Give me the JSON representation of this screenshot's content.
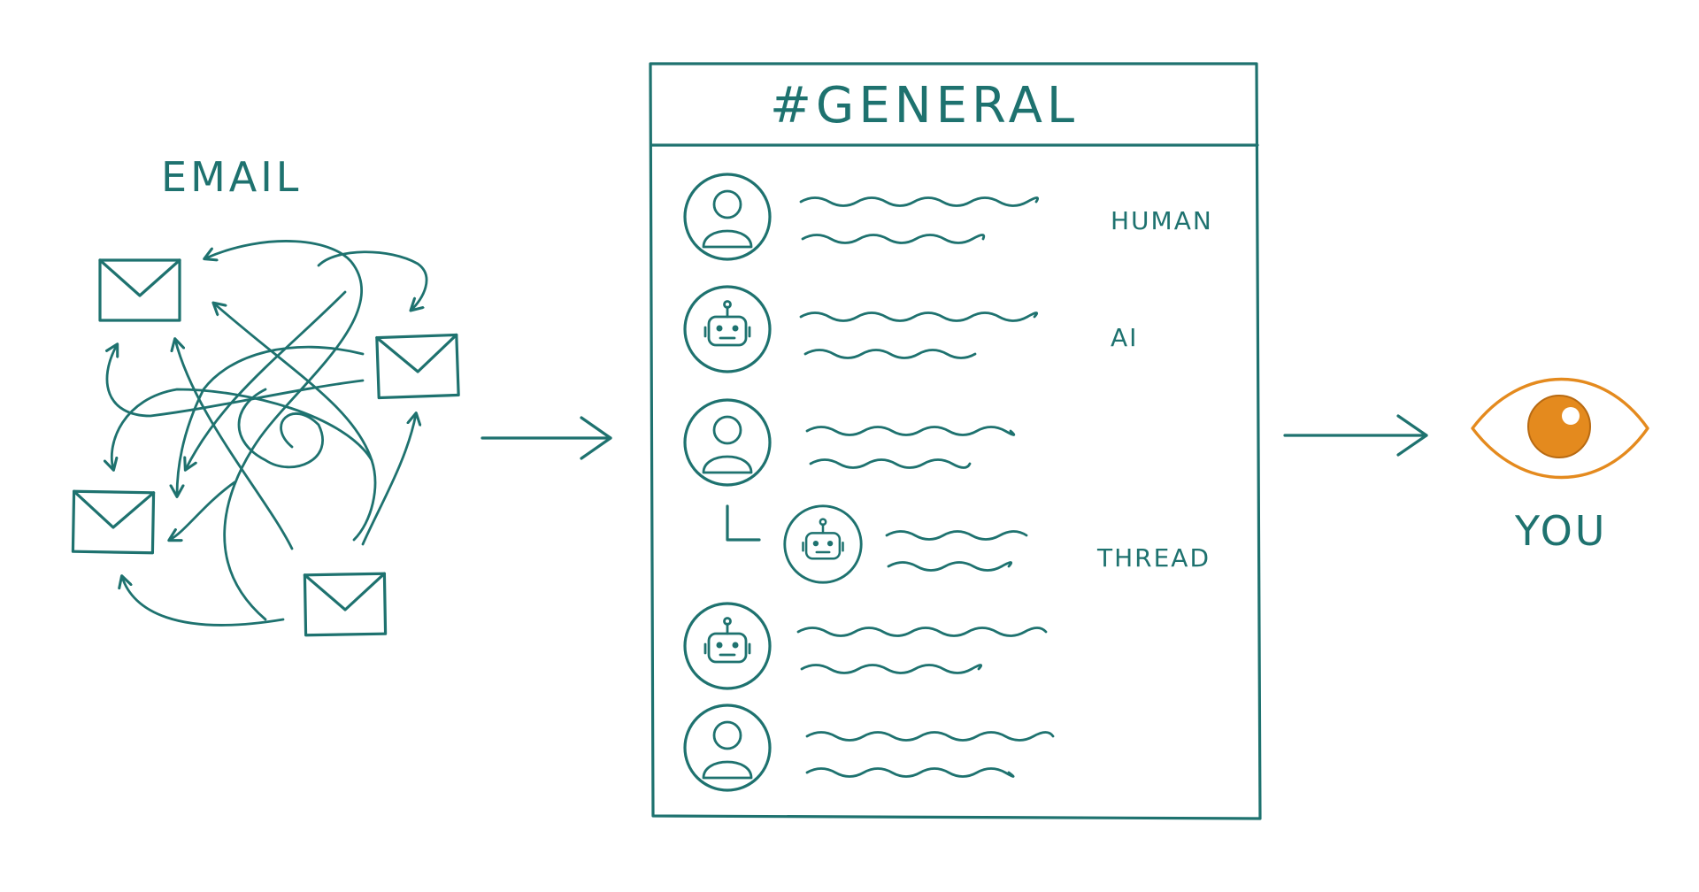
{
  "email": {
    "label": "EMAIL"
  },
  "channel": {
    "title": "#GENERAL",
    "tags": {
      "human": "HUMAN",
      "ai": "AI",
      "thread": "THREAD"
    },
    "rows": [
      {
        "kind": "human-avatar-icon"
      },
      {
        "kind": "robot-avatar-icon"
      },
      {
        "kind": "human-avatar-icon"
      },
      {
        "kind": "robot-avatar-icon",
        "threaded": true
      },
      {
        "kind": "robot-avatar-icon"
      },
      {
        "kind": "human-avatar-icon"
      }
    ]
  },
  "viewer": {
    "label": "YOU"
  },
  "colors": {
    "ink": "#1e726f",
    "accent": "#e48a1e"
  }
}
